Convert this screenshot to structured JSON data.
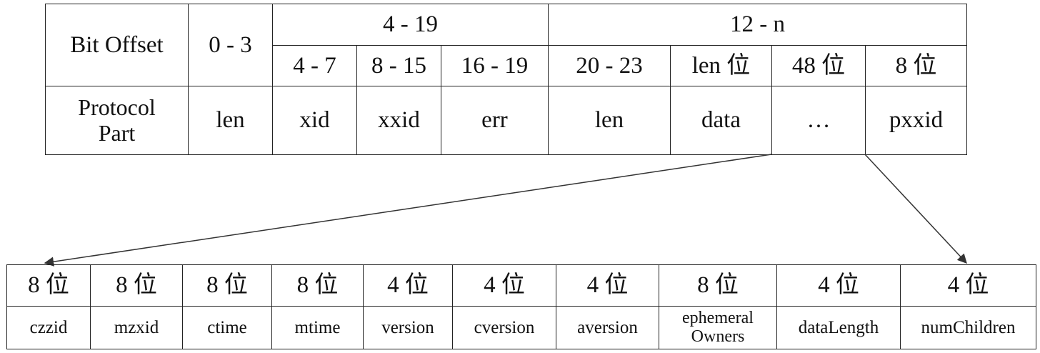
{
  "top_table": {
    "header": {
      "bit_offset_label": "Bit Offset",
      "range_0_3": "0 - 3",
      "group_4_19": "4 - 19",
      "group_12_n": "12 - n",
      "sub": [
        "4 - 7",
        "8 - 15",
        "16 - 19",
        "20 - 23",
        "len 位",
        "48 位",
        "8 位"
      ]
    },
    "protocol_row": {
      "label_line1": "Protocol",
      "label_line2": "Part",
      "cells": [
        "len",
        "xid",
        "xxid",
        "err",
        "len",
        "data",
        "…",
        "pxxid"
      ]
    }
  },
  "bottom_table": {
    "sizes": [
      "8 位",
      "8 位",
      "8 位",
      "8 位",
      "4 位",
      "4 位",
      "4 位",
      "8 位",
      "4 位",
      "4 位"
    ],
    "fields": [
      "czzid",
      "mzxid",
      "ctime",
      "mtime",
      "version",
      "cversion",
      "aversion",
      "ephemeral",
      "dataLength",
      "numChildren"
    ],
    "ephemeral_second_line": "Owners"
  },
  "colors": {
    "border": "#222222",
    "arrow": "#333333",
    "text": "#111111",
    "background": "#ffffff"
  }
}
